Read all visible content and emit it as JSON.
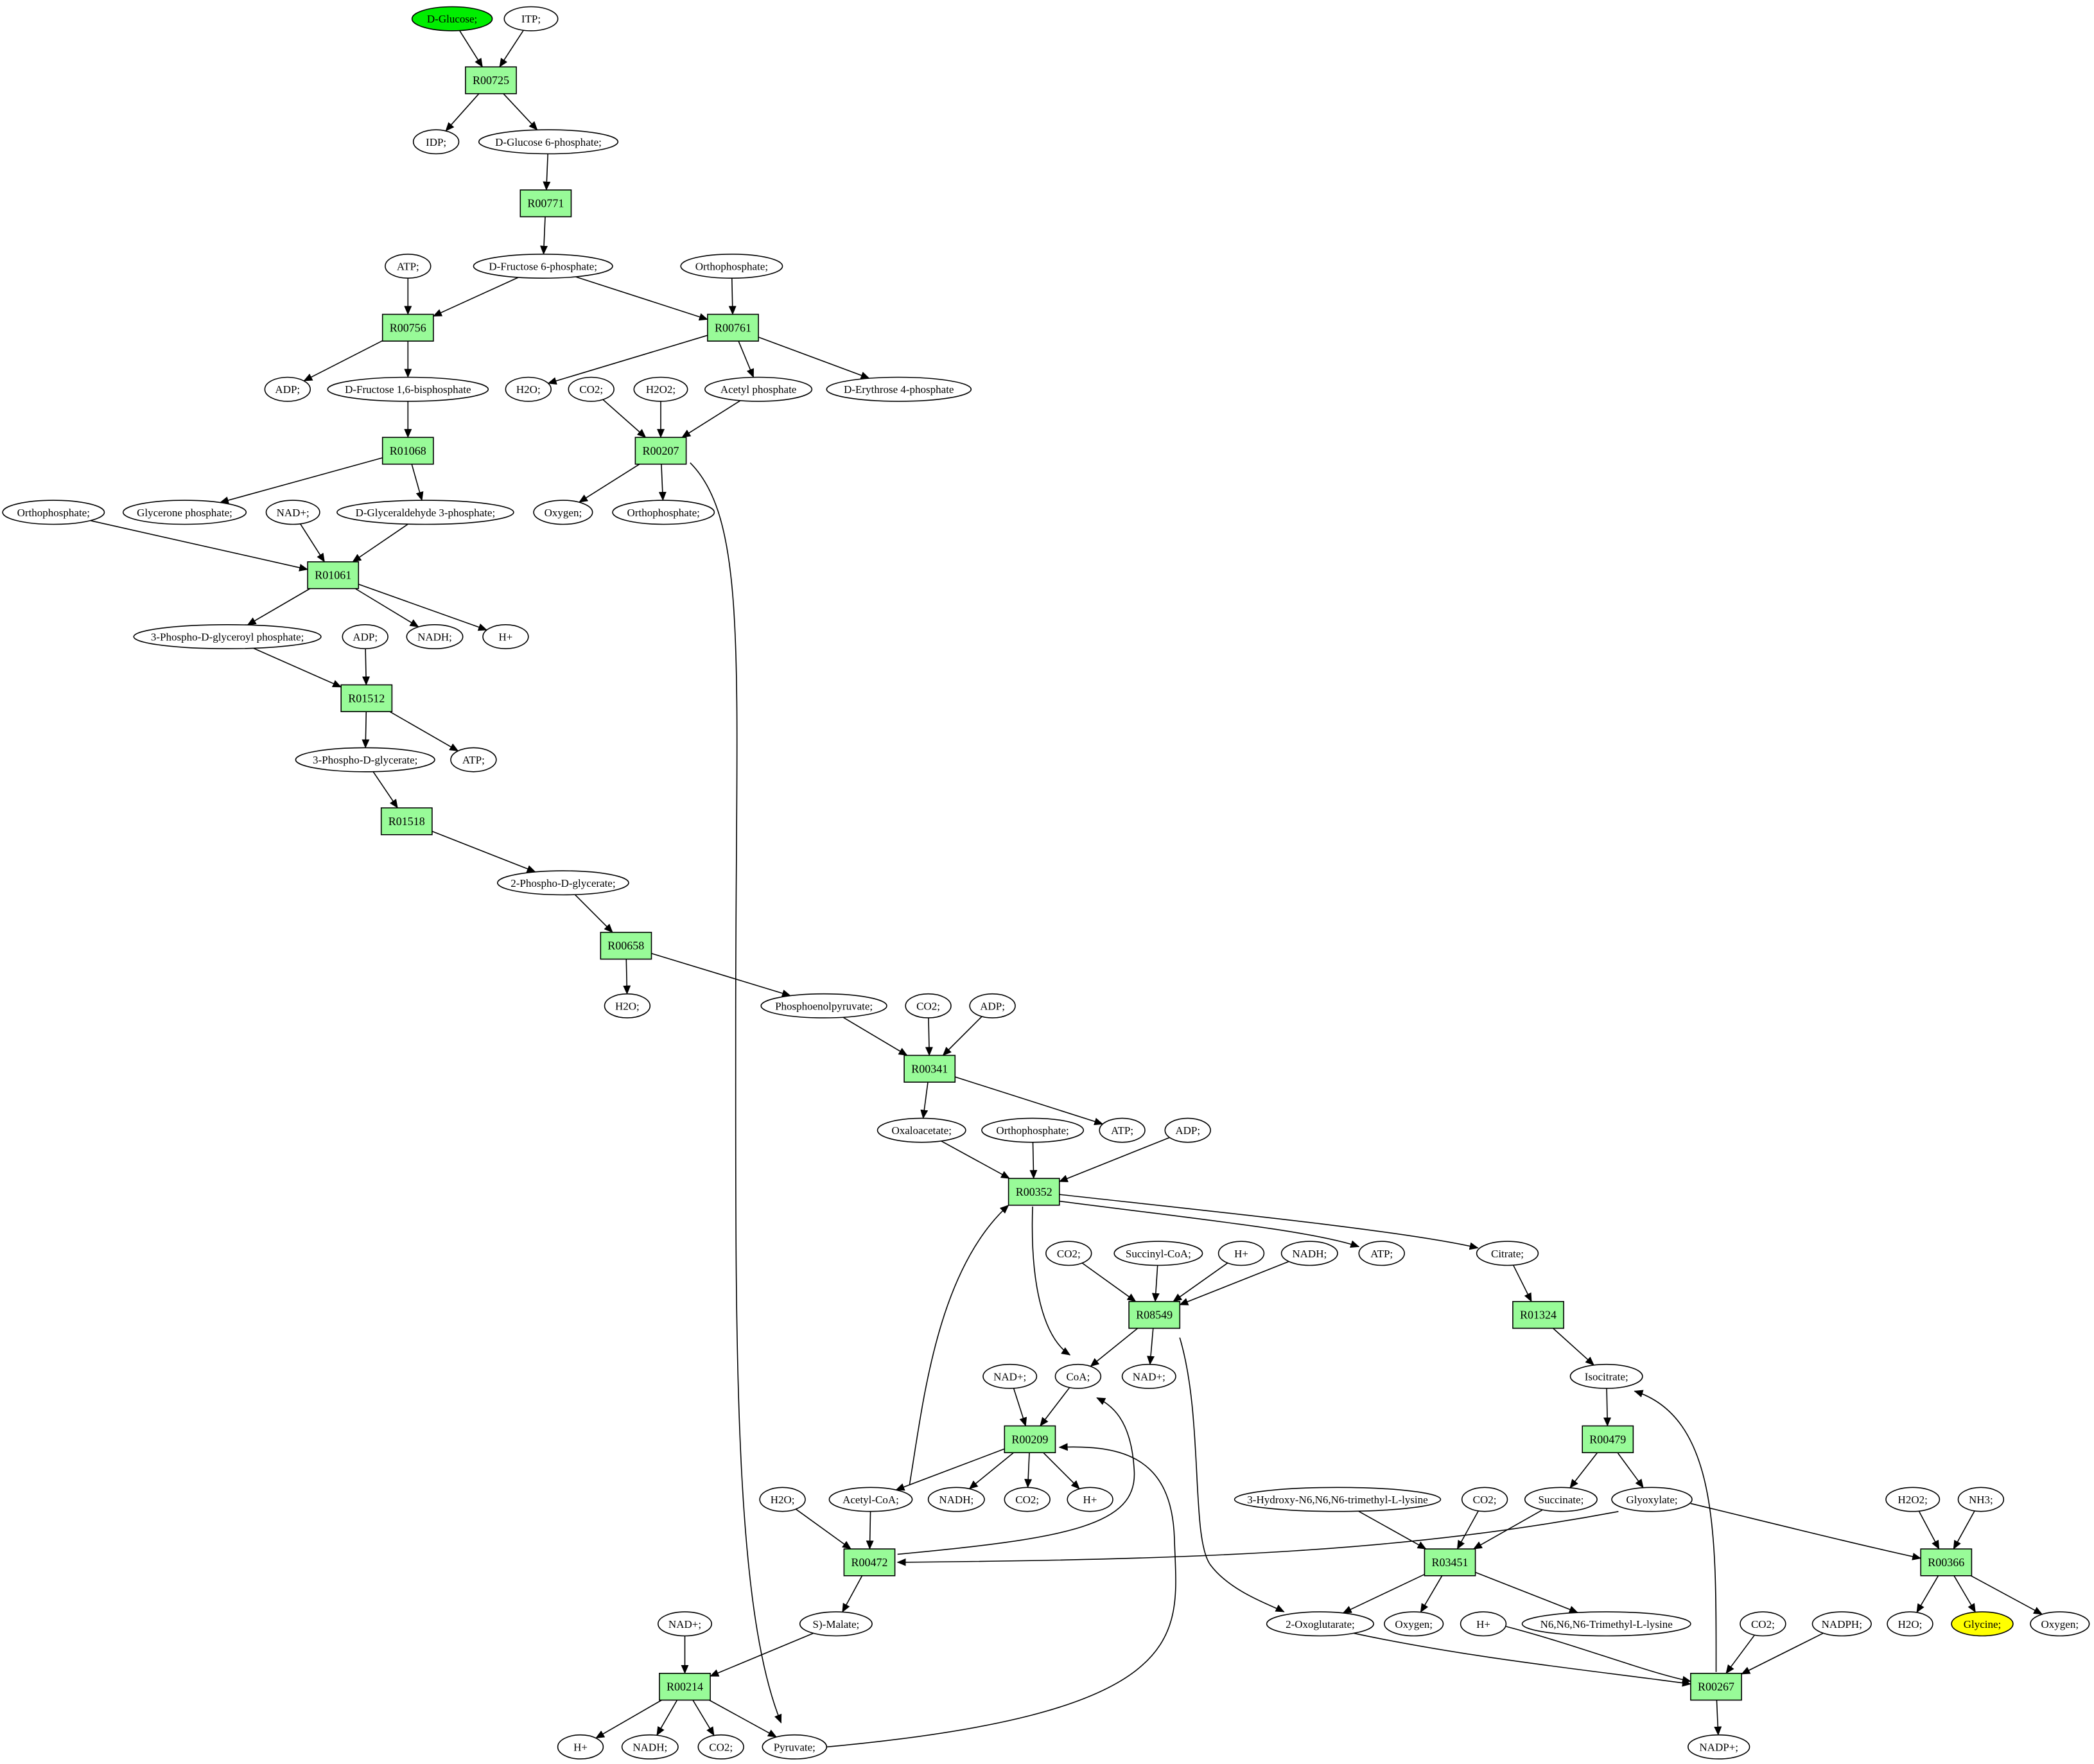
{
  "colors": {
    "reaction_fill": "#98fb98",
    "start_compound_fill": "#00ee00",
    "target_compound_fill": "#ffff00",
    "compound_fill": "#ffffff"
  },
  "reactions": [
    {
      "id": "r00725",
      "label": "R00725"
    },
    {
      "id": "r00771",
      "label": "R00771"
    },
    {
      "id": "r00756",
      "label": "R00756"
    },
    {
      "id": "r00761",
      "label": "R00761"
    },
    {
      "id": "r01068",
      "label": "R01068"
    },
    {
      "id": "r00207",
      "label": "R00207"
    },
    {
      "id": "r01061",
      "label": "R01061"
    },
    {
      "id": "r01512",
      "label": "R01512"
    },
    {
      "id": "r01518",
      "label": "R01518"
    },
    {
      "id": "r00658",
      "label": "R00658"
    },
    {
      "id": "r00341",
      "label": "R00341"
    },
    {
      "id": "r00352",
      "label": "R00352"
    },
    {
      "id": "r08549",
      "label": "R08549"
    },
    {
      "id": "r01324",
      "label": "R01324"
    },
    {
      "id": "r00209",
      "label": "R00209"
    },
    {
      "id": "r00479",
      "label": "R00479"
    },
    {
      "id": "r00472",
      "label": "R00472"
    },
    {
      "id": "r03451",
      "label": "R03451"
    },
    {
      "id": "r00366",
      "label": "R00366"
    },
    {
      "id": "r00214",
      "label": "R00214"
    },
    {
      "id": "r00267",
      "label": "R00267"
    }
  ],
  "compounds": [
    {
      "id": "c_dglucose",
      "label": "D-Glucose;",
      "kind": "start"
    },
    {
      "id": "c_itp",
      "label": "ITP;"
    },
    {
      "id": "c_idp",
      "label": "IDP;"
    },
    {
      "id": "c_g6p",
      "label": "D-Glucose 6-phosphate;"
    },
    {
      "id": "c_f6p",
      "label": "D-Fructose 6-phosphate;"
    },
    {
      "id": "c_atp_a",
      "label": "ATP;"
    },
    {
      "id": "c_ortho_a",
      "label": "Orthophosphate;"
    },
    {
      "id": "c_adp_a",
      "label": "ADP;"
    },
    {
      "id": "c_fbp",
      "label": "D-Fructose 1,6-bisphosphate"
    },
    {
      "id": "c_h2o_a",
      "label": "H2O;"
    },
    {
      "id": "c_co2_a",
      "label": "CO2;"
    },
    {
      "id": "c_h2o2_a",
      "label": "H2O2;"
    },
    {
      "id": "c_acetylp",
      "label": "Acetyl phosphate"
    },
    {
      "id": "c_e4p",
      "label": "D-Erythrose 4-phosphate"
    },
    {
      "id": "c_ortho_b",
      "label": "Orthophosphate;"
    },
    {
      "id": "c_glyceronep",
      "label": "Glycerone phosphate;"
    },
    {
      "id": "c_nad_a",
      "label": "NAD+;"
    },
    {
      "id": "c_gap",
      "label": "D-Glyceraldehyde 3-phosphate;"
    },
    {
      "id": "c_oxygen_a",
      "label": "Oxygen;"
    },
    {
      "id": "c_ortho_c",
      "label": "Orthophosphate;"
    },
    {
      "id": "c_13bpg",
      "label": "3-Phospho-D-glyceroyl phosphate;"
    },
    {
      "id": "c_nadh_a",
      "label": "NADH;"
    },
    {
      "id": "c_hplus_a",
      "label": "H+"
    },
    {
      "id": "c_adp_b",
      "label": "ADP;"
    },
    {
      "id": "c_3pg",
      "label": "3-Phospho-D-glycerate;"
    },
    {
      "id": "c_atp_b",
      "label": "ATP;"
    },
    {
      "id": "c_2pg",
      "label": "2-Phospho-D-glycerate;"
    },
    {
      "id": "c_h2o_b",
      "label": "H2O;"
    },
    {
      "id": "c_pep",
      "label": "Phosphoenolpyruvate;"
    },
    {
      "id": "c_co2_b",
      "label": "CO2;"
    },
    {
      "id": "c_adp_c",
      "label": "ADP;"
    },
    {
      "id": "c_oaa",
      "label": "Oxaloacetate;"
    },
    {
      "id": "c_ortho_d",
      "label": "Orthophosphate;"
    },
    {
      "id": "c_atp_c",
      "label": "ATP;"
    },
    {
      "id": "c_adp_d",
      "label": "ADP;"
    },
    {
      "id": "c_co2_c",
      "label": "CO2;"
    },
    {
      "id": "c_succcoa",
      "label": "Succinyl-CoA;"
    },
    {
      "id": "c_hplus_b",
      "label": "H+"
    },
    {
      "id": "c_nadh_b",
      "label": "NADH;"
    },
    {
      "id": "c_atp_d",
      "label": "ATP;"
    },
    {
      "id": "c_citrate",
      "label": "Citrate;"
    },
    {
      "id": "c_nad_b",
      "label": "NAD+;"
    },
    {
      "id": "c_coa",
      "label": "CoA;"
    },
    {
      "id": "c_nad_c",
      "label": "NAD+;"
    },
    {
      "id": "c_isocitrate",
      "label": "Isocitrate;"
    },
    {
      "id": "c_h2o_c",
      "label": "H2O;"
    },
    {
      "id": "c_acetylcoa",
      "label": "Acetyl-CoA;"
    },
    {
      "id": "c_nadh_c",
      "label": "NADH;"
    },
    {
      "id": "c_co2_d",
      "label": "CO2;"
    },
    {
      "id": "c_hplus_c",
      "label": "H+"
    },
    {
      "id": "c_hydroxylys",
      "label": "3-Hydroxy-N6,N6,N6-trimethyl-L-lysine"
    },
    {
      "id": "c_co2_e",
      "label": "CO2;"
    },
    {
      "id": "c_succinate",
      "label": "Succinate;"
    },
    {
      "id": "c_glyoxylate",
      "label": "Glyoxylate;"
    },
    {
      "id": "c_h2o2_b",
      "label": "H2O2;"
    },
    {
      "id": "c_nh3",
      "label": "NH3;"
    },
    {
      "id": "c_nad_d",
      "label": "NAD+;"
    },
    {
      "id": "c_smalate",
      "label": "S)-Malate;"
    },
    {
      "id": "c_2og",
      "label": "2-Oxoglutarate;"
    },
    {
      "id": "c_oxygen_b",
      "label": "Oxygen;"
    },
    {
      "id": "c_hplus_d",
      "label": "H+"
    },
    {
      "id": "c_trimethyllys",
      "label": "N6,N6,N6-Trimethyl-L-lysine"
    },
    {
      "id": "c_co2_f",
      "label": "CO2;"
    },
    {
      "id": "c_nadph",
      "label": "NADPH;"
    },
    {
      "id": "c_h2o_d",
      "label": "H2O;"
    },
    {
      "id": "c_glycine",
      "label": "Glycine;",
      "kind": "target"
    },
    {
      "id": "c_oxygen_c",
      "label": "Oxygen;"
    },
    {
      "id": "c_hplus_e",
      "label": "H+"
    },
    {
      "id": "c_nadh_d",
      "label": "NADH;"
    },
    {
      "id": "c_co2_g",
      "label": "CO2;"
    },
    {
      "id": "c_pyruvate",
      "label": "Pyruvate;"
    },
    {
      "id": "c_nadpplus",
      "label": "NADP+;"
    }
  ],
  "edges": [
    [
      "c_dglucose",
      "r00725"
    ],
    [
      "c_itp",
      "r00725"
    ],
    [
      "r00725",
      "c_idp"
    ],
    [
      "r00725",
      "c_g6p"
    ],
    [
      "c_g6p",
      "r00771"
    ],
    [
      "r00771",
      "c_f6p"
    ],
    [
      "c_f6p",
      "r00756"
    ],
    [
      "c_atp_a",
      "r00756"
    ],
    [
      "r00756",
      "c_adp_a"
    ],
    [
      "r00756",
      "c_fbp"
    ],
    [
      "c_f6p",
      "r00761"
    ],
    [
      "c_ortho_a",
      "r00761"
    ],
    [
      "r00761",
      "c_h2o_a"
    ],
    [
      "r00761",
      "c_acetylp"
    ],
    [
      "r00761",
      "c_e4p"
    ],
    [
      "c_fbp",
      "r01068"
    ],
    [
      "r01068",
      "c_glyceronep"
    ],
    [
      "r01068",
      "c_gap"
    ],
    [
      "c_co2_a",
      "r00207"
    ],
    [
      "c_h2o2_a",
      "r00207"
    ],
    [
      "c_acetylp",
      "r00207"
    ],
    [
      "r00207",
      "c_oxygen_a"
    ],
    [
      "r00207",
      "c_ortho_c"
    ],
    [
      "r00207",
      "c_pyruvate"
    ],
    [
      "c_ortho_b",
      "r01061"
    ],
    [
      "c_nad_a",
      "r01061"
    ],
    [
      "c_gap",
      "r01061"
    ],
    [
      "r01061",
      "c_13bpg"
    ],
    [
      "r01061",
      "c_nadh_a"
    ],
    [
      "r01061",
      "c_hplus_a"
    ],
    [
      "c_13bpg",
      "r01512"
    ],
    [
      "c_adp_b",
      "r01512"
    ],
    [
      "r01512",
      "c_3pg"
    ],
    [
      "r01512",
      "c_atp_b"
    ],
    [
      "c_3pg",
      "r01518"
    ],
    [
      "r01518",
      "c_2pg"
    ],
    [
      "c_2pg",
      "r00658"
    ],
    [
      "r00658",
      "c_h2o_b"
    ],
    [
      "r00658",
      "c_pep"
    ],
    [
      "c_pep",
      "r00341"
    ],
    [
      "c_co2_b",
      "r00341"
    ],
    [
      "c_adp_c",
      "r00341"
    ],
    [
      "r00341",
      "c_oaa"
    ],
    [
      "r00341",
      "c_atp_c"
    ],
    [
      "c_oaa",
      "r00352"
    ],
    [
      "c_ortho_d",
      "r00352"
    ],
    [
      "c_adp_d",
      "r00352"
    ],
    [
      "c_acetylcoa",
      "r00352"
    ],
    [
      "r00352",
      "c_atp_d"
    ],
    [
      "r00352",
      "c_citrate"
    ],
    [
      "r00352",
      "c_coa"
    ],
    [
      "c_co2_c",
      "r08549"
    ],
    [
      "c_succcoa",
      "r08549"
    ],
    [
      "c_hplus_b",
      "r08549"
    ],
    [
      "c_nadh_b",
      "r08549"
    ],
    [
      "r08549",
      "c_coa"
    ],
    [
      "r08549",
      "c_nad_b"
    ],
    [
      "r08549",
      "c_2og"
    ],
    [
      "c_citrate",
      "r01324"
    ],
    [
      "r01324",
      "c_isocitrate"
    ],
    [
      "c_nad_c",
      "r00209"
    ],
    [
      "c_coa",
      "r00209"
    ],
    [
      "c_pyruvate",
      "r00209"
    ],
    [
      "r00209",
      "c_acetylcoa"
    ],
    [
      "r00209",
      "c_nadh_c"
    ],
    [
      "r00209",
      "c_co2_d"
    ],
    [
      "r00209",
      "c_hplus_c"
    ],
    [
      "c_isocitrate",
      "r00479"
    ],
    [
      "r00479",
      "c_succinate"
    ],
    [
      "r00479",
      "c_glyoxylate"
    ],
    [
      "c_h2o_c",
      "r00472"
    ],
    [
      "c_acetylcoa",
      "r00472"
    ],
    [
      "c_glyoxylate",
      "r00472"
    ],
    [
      "r00472",
      "c_smalate"
    ],
    [
      "r00472",
      "c_coa"
    ],
    [
      "c_hydroxylys",
      "r03451"
    ],
    [
      "c_co2_e",
      "r03451"
    ],
    [
      "c_succinate",
      "r03451"
    ],
    [
      "r03451",
      "c_2og"
    ],
    [
      "r03451",
      "c_oxygen_b"
    ],
    [
      "r03451",
      "c_trimethyllys"
    ],
    [
      "c_h2o2_b",
      "r00366"
    ],
    [
      "c_nh3",
      "r00366"
    ],
    [
      "c_glyoxylate",
      "r00366"
    ],
    [
      "r00366",
      "c_h2o_d"
    ],
    [
      "r00366",
      "c_glycine"
    ],
    [
      "r00366",
      "c_oxygen_c"
    ],
    [
      "c_nad_d",
      "r00214"
    ],
    [
      "c_smalate",
      "r00214"
    ],
    [
      "r00214",
      "c_hplus_e"
    ],
    [
      "r00214",
      "c_nadh_d"
    ],
    [
      "r00214",
      "c_co2_g"
    ],
    [
      "r00214",
      "c_pyruvate"
    ],
    [
      "c_2og",
      "r00267"
    ],
    [
      "c_hplus_d",
      "r00267"
    ],
    [
      "c_co2_f",
      "r00267"
    ],
    [
      "c_nadph",
      "r00267"
    ],
    [
      "r00267",
      "c_nadpplus"
    ],
    [
      "r00267",
      "c_isocitrate"
    ]
  ]
}
